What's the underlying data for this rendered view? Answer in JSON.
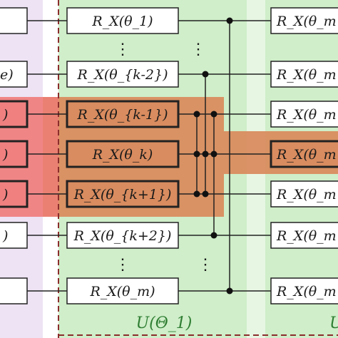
{
  "diagram": {
    "gates_main": [
      {
        "id": "g1",
        "label": "R_X(θ_1)"
      },
      {
        "id": "gk2",
        "label": "R_X(θ_{k-2})"
      },
      {
        "id": "gk1",
        "label": "R_X(θ_{k-1})"
      },
      {
        "id": "gk",
        "label": "R_X(θ_k)"
      },
      {
        "id": "gkp1",
        "label": "R_X(θ_{k+1})"
      },
      {
        "id": "gkp2",
        "label": "R_X(θ_{k+2})"
      },
      {
        "id": "gm",
        "label": "R_X(θ_m)"
      }
    ],
    "gates_right": [
      {
        "id": "r1",
        "label": "R_X(θ_m"
      },
      {
        "id": "r2",
        "label": "R_X(θ_m"
      },
      {
        "id": "r3",
        "label": "R_X(θ_m"
      },
      {
        "id": "r4",
        "label": "R_X(θ_m"
      },
      {
        "id": "r5",
        "label": "R_X(θ_m"
      },
      {
        "id": "r6",
        "label": "R_X(θ_m"
      },
      {
        "id": "r7",
        "label": "R_X(θ_m"
      }
    ],
    "left_partial": [
      ")",
      "e)",
      ")",
      ")",
      ")",
      ")"
    ],
    "dots": "⋮",
    "block_label": "U(Θ_1)",
    "block_label_right": "U",
    "colors": {
      "green_bg": "#cfeec9",
      "green_light": "#e7f6e3",
      "purple_bg": "#ede3f4",
      "red_band": "#f08080",
      "orange_band": "#d98c5f",
      "dashed_border": "#8b2d2d",
      "gate_fill": "#ffffff",
      "gate_stroke": "#222222"
    }
  }
}
